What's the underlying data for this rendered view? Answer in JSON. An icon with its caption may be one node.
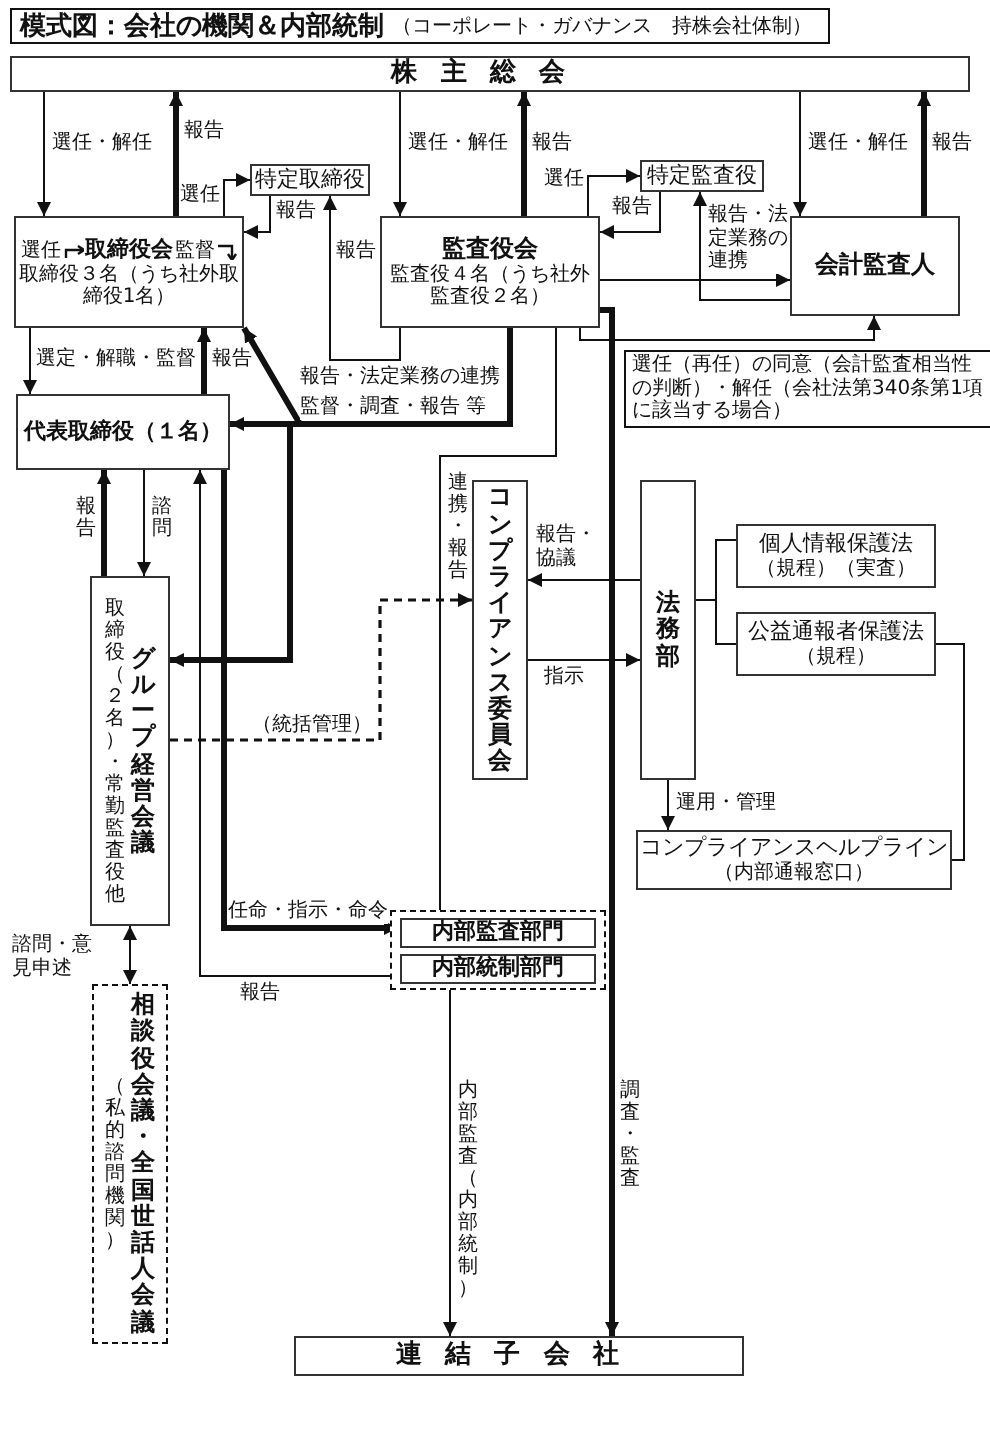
{
  "diagram": {
    "title": "模式図：会社の機関＆内部統制",
    "nodes": [
      {
        "text": [
          "株主総会"
        ]
      },
      {
        "text": [
          "選任",
          "取締役会",
          "監督",
          "取締役３名（うち社外取締役1名）"
        ]
      },
      {
        "text": [
          "特定取締役"
        ]
      },
      {
        "text": [
          "監査役会",
          "監査役４名（うち社外監査役２名）"
        ]
      },
      {
        "text": [
          "特定監査役"
        ]
      },
      {
        "text": [
          "会計監査人"
        ]
      },
      {
        "text": [
          "代表取締役（１名）"
        ]
      },
      {
        "text": [
          "取締役（２名）・常勤監査役他",
          "グループ経営会議"
        ]
      },
      {
        "text": [
          "コンプライアンス委員会"
        ]
      },
      {
        "text": [
          "法務部"
        ]
      },
      {
        "text": [
          "個人情報保護法",
          "（規程）（実査）"
        ]
      },
      {
        "text": [
          "公益通報者保護法",
          "（規程）"
        ]
      },
      {
        "text": [
          "コンプライアンスヘルプライン",
          "（内部通報窓口）"
        ]
      },
      {
        "text": [],
        "shape": "box"
      },
      {
        "text": [
          "内部監査部門"
        ],
        "in": 13
      },
      {
        "text": [
          "内部統制部門"
        ],
        "in": 13
      },
      {
        "text": [
          "（私的諮問機関）",
          "相談役会議・全国世話人会議"
        ]
      },
      {
        "text": [
          "連結子会社"
        ]
      }
    ],
    "edges": [
      {
        "from": 0,
        "to": 1,
        "arrow": "to",
        "label": "選任・解任"
      },
      {
        "from": 1,
        "to": 0,
        "arrow": "to",
        "label": "報告",
        "style": "thick"
      },
      {
        "from": 1,
        "to": 2,
        "arrow": "to",
        "label": "選任"
      },
      {
        "from": 2,
        "to": 1,
        "arrow": "to",
        "label": "報告"
      },
      {
        "from": 0,
        "to": 3,
        "arrow": "to",
        "label": "選任・解任"
      },
      {
        "from": 3,
        "to": 0,
        "arrow": "to",
        "label": "報告",
        "style": "thick"
      },
      {
        "from": 3,
        "to": 4,
        "arrow": "to",
        "label": "選任"
      },
      {
        "from": 4,
        "to": 3,
        "arrow": "to",
        "label": "報告"
      },
      {
        "from": 0,
        "to": 5,
        "arrow": "to",
        "label": "選任・解任"
      },
      {
        "from": 5,
        "to": 0,
        "arrow": "to",
        "label": "報告",
        "style": "thick"
      },
      {
        "from": 5,
        "to": 4,
        "arrow": "to",
        "label": "報告・法定業務の連携"
      },
      {
        "from": 3,
        "to": 2,
        "arrow": "to",
        "label": "報告・法定業務の連携"
      },
      {
        "from": 3,
        "to": 5,
        "arrow": "to"
      },
      {
        "from": 3,
        "to": 5,
        "arrow": "to",
        "label": "選任（再任）の同意（会計監査相当性の判断）・解任（会社法第340条第1項に該当する場合）"
      },
      {
        "from": 1,
        "to": 6,
        "arrow": "to",
        "label": "選定・解職・監督"
      },
      {
        "from": 6,
        "to": 1,
        "arrow": "to",
        "label": "報告",
        "style": "thick"
      },
      {
        "from": 3,
        "to": 6,
        "arrow": "to",
        "label": "監督・調査・報告 等",
        "style": "thick"
      },
      {
        "from": 3,
        "to": 1,
        "arrow": "to",
        "style": "thick"
      },
      {
        "from": 3,
        "to": 7,
        "arrow": "to",
        "style": "thick"
      },
      {
        "from": 6,
        "to": 7,
        "arrow": "to",
        "label": "諮問"
      },
      {
        "from": 7,
        "to": 6,
        "arrow": "to",
        "label": "報告",
        "style": "thick"
      },
      {
        "from": 7,
        "to": 8,
        "arrow": "to",
        "label": "（統括管理）",
        "style": "dashed"
      },
      {
        "from": 6,
        "to": 14,
        "arrow": "to",
        "label": "任命・指示・命令",
        "style": "thick"
      },
      {
        "from": 13,
        "to": 6,
        "arrow": "to",
        "label": "報告"
      },
      {
        "from": 13,
        "to": 3,
        "arrow": "none",
        "label": "連携・報告"
      },
      {
        "from": 9,
        "to": 8,
        "arrow": "to",
        "label": "報告・協議"
      },
      {
        "from": 8,
        "to": 9,
        "arrow": "to",
        "label": "指示"
      },
      {
        "from": 9,
        "to": 10,
        "arrow": "none"
      },
      {
        "from": 9,
        "to": 11,
        "arrow": "none"
      },
      {
        "from": 9,
        "to": 12,
        "arrow": "to",
        "label": "運用・管理"
      },
      {
        "from": 11,
        "to": 12,
        "arrow": "none"
      },
      {
        "from": 7,
        "to": 16,
        "arrow": "both",
        "label": "諮問・意見申述"
      },
      {
        "from": 13,
        "to": 17,
        "arrow": "to",
        "label": "内部監査（内部統制）"
      },
      {
        "from": 3,
        "to": 17,
        "arrow": "to",
        "label": "調査・監査",
        "style": "thick"
      }
    ],
    "labels": [
      "（コーポレート・ガバナンス　持株会社体制）",
      "報告"
    ]
  }
}
